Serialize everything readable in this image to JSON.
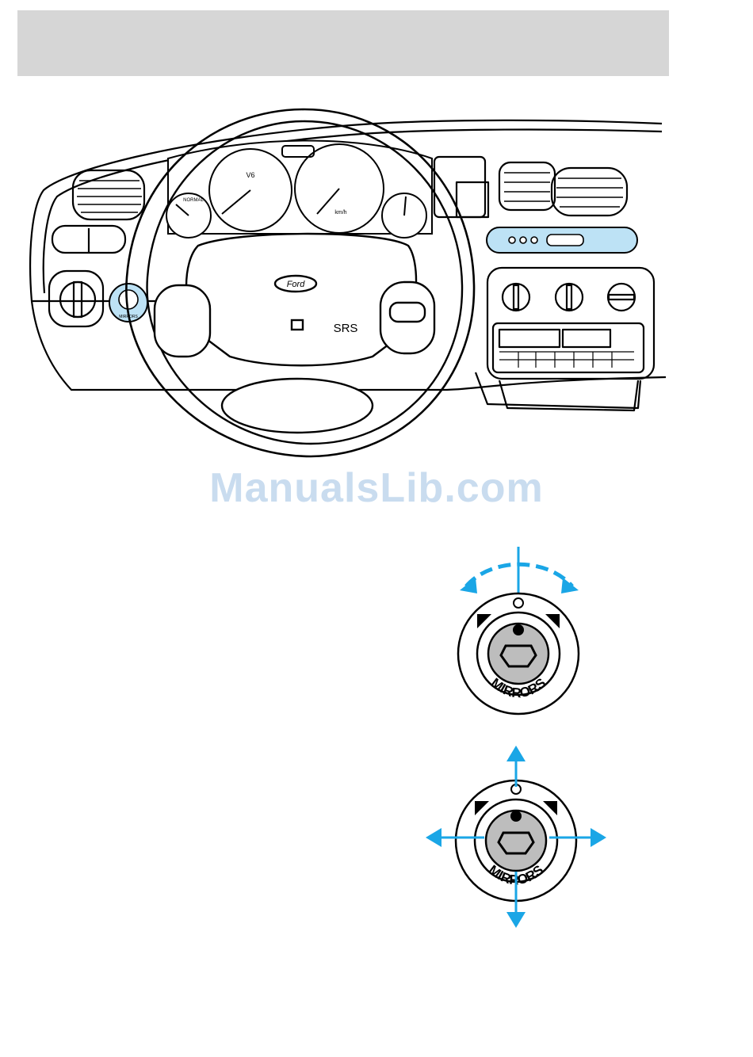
{
  "header": {
    "title": ""
  },
  "dashboard": {
    "steering_badge": "Ford",
    "airbag_label": "SRS",
    "speedo_unit": "km/h",
    "engine_badge": "V6",
    "temp_label": "NORMAL",
    "mirror_switch_label": "MIRRORS"
  },
  "watermark": "ManualsLib.com",
  "figure_a": {
    "label": "MIRRORS"
  },
  "figure_b": {
    "label": "MIRRORS"
  },
  "colors": {
    "accent": "#1aa6e6",
    "highlight": "#bde2f5",
    "knob_gray": "#bdbdbd"
  }
}
